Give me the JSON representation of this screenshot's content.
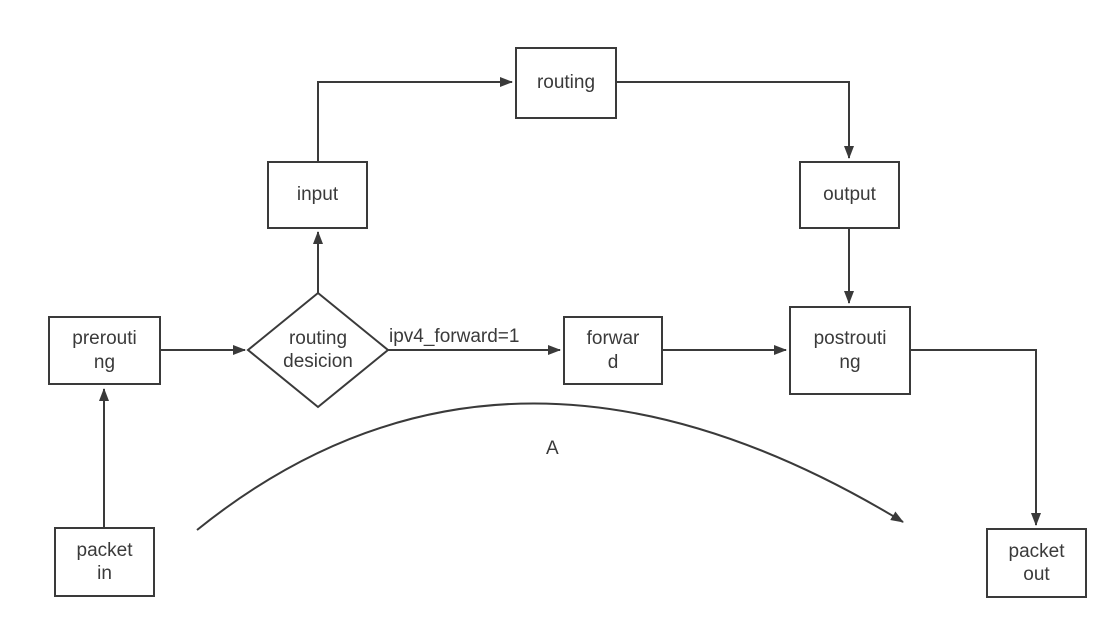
{
  "diagram": {
    "title_hint": "packet flow through netfilter chains",
    "nodes": {
      "routing": {
        "label": "routing"
      },
      "input": {
        "label": "input"
      },
      "output": {
        "label": "output"
      },
      "prerouting": {
        "label": "prerouti\nng"
      },
      "routing_decision": {
        "label": "routing\ndesicion"
      },
      "forward": {
        "label": "forwar\nd"
      },
      "postrouting": {
        "label": "postrouti\nng"
      },
      "packet_in": {
        "label": "packet\nin"
      },
      "packet_out": {
        "label": "packet\nout"
      }
    },
    "edge_labels": {
      "ipv4_forward": "ipv4_forward=1",
      "bypass_curve": "A"
    },
    "colors": {
      "stroke": "#3a3a3a",
      "text": "#3a3a3a",
      "node_fill": "#ffffff",
      "background": "#ffffff"
    }
  }
}
